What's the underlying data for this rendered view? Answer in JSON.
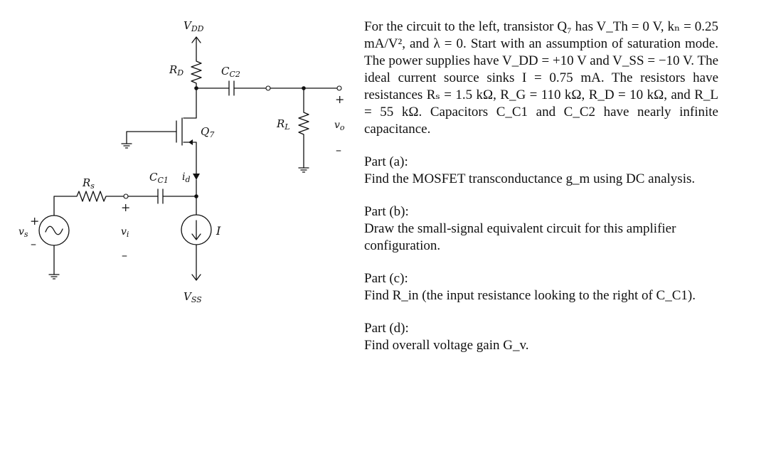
{
  "circuit": {
    "vdd_label": "V",
    "vdd_sub": "DD",
    "vss_label": "V",
    "vss_sub": "SS",
    "rd_label": "R",
    "rd_sub": "D",
    "cc2_label": "C",
    "cc2_sub": "C2",
    "cc1_label": "C",
    "cc1_sub": "C1",
    "id_label": "i",
    "id_sub": "d",
    "q_label": "Q",
    "q_sub": "7",
    "rl_label": "R",
    "rl_sub": "L",
    "rs_label": "R",
    "rs_sub": "s",
    "vs_label": "v",
    "vs_sub": "s",
    "vi_label": "v",
    "vi_sub": "i",
    "vo_label": "v",
    "vo_sub": "o",
    "i_label": "I",
    "plus": "+",
    "minus": "–"
  },
  "problem": {
    "intro": "For the circuit to the left, transistor Q₇ has V_Th = 0 V, kₙ = 0.25 mA/V², and λ = 0. Start with an assumption of saturation mode. The power supplies have V_DD = +10 V and V_SS = −10 V. The ideal current source sinks I = 0.75 mA. The resistors have resistances Rₛ = 1.5 kΩ, R_G = 110 kΩ, R_D = 10 kΩ, and R_L = 55 kΩ. Capacitors C_C1 and C_C2 have nearly infinite capacitance.",
    "parts": [
      {
        "heading": "Part (a):",
        "text": "Find the MOSFET transconductance g_m using DC analysis."
      },
      {
        "heading": "Part (b):",
        "text": "Draw the small-signal equivalent circuit for this amplifier configuration."
      },
      {
        "heading": "Part (c):",
        "text": "Find R_in (the input resistance looking to the right of C_C1)."
      },
      {
        "heading": "Part (d):",
        "text": "Find overall voltage gain G_v."
      }
    ]
  }
}
